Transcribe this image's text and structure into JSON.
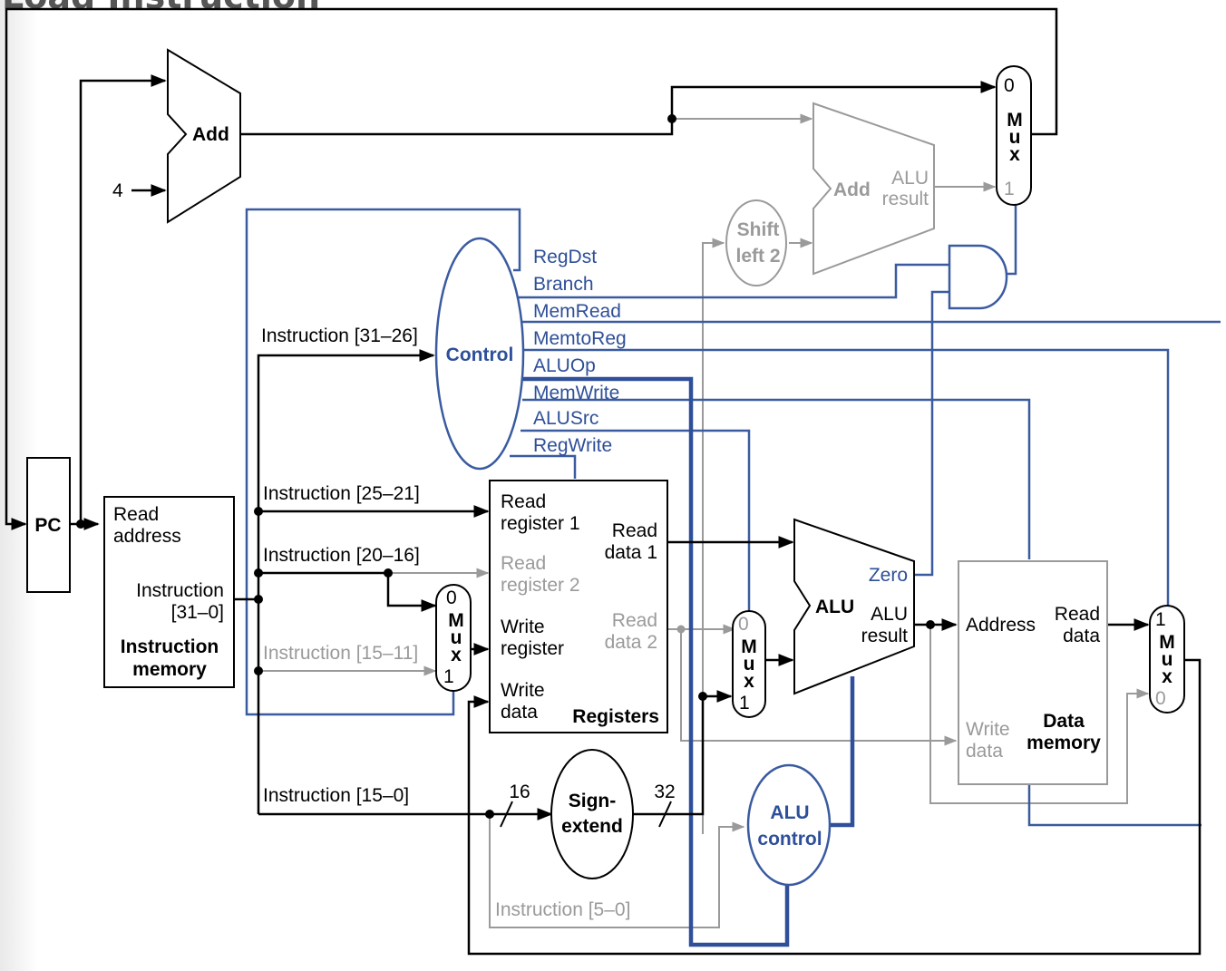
{
  "title": "Load Instruction",
  "labels": {
    "pc": "PC",
    "add_top": "Add",
    "four": "4",
    "read_address": [
      "Read",
      "address"
    ],
    "instruction_bits": [
      "Instruction",
      "[31–0]"
    ],
    "instruction_memory": [
      "Instruction",
      "memory"
    ],
    "instr_31_26": "Instruction [31–26]",
    "instr_25_21": "Instruction [25–21]",
    "instr_20_16": "Instruction [20–16]",
    "instr_15_11": "Instruction [15–11]",
    "instr_15_0": "Instruction [15–0]",
    "instr_5_0": "Instruction [5–0]",
    "control": "Control",
    "control_signals": [
      "RegDst",
      "Branch",
      "MemRead",
      "MemtoReg",
      "ALUOp",
      "MemWrite",
      "ALUSrc",
      "RegWrite"
    ],
    "registers": {
      "read_register_1": [
        "Read",
        "register 1"
      ],
      "read_register_2": [
        "Read",
        "register 2"
      ],
      "write_register": [
        "Write",
        "register"
      ],
      "write_data": [
        "Write",
        "data"
      ],
      "read_data_1": [
        "Read",
        "data 1"
      ],
      "read_data_2": [
        "Read",
        "data 2"
      ],
      "name": "Registers"
    },
    "mux_text": [
      "M",
      "u",
      "x"
    ],
    "zero": "0",
    "one": "1",
    "shift_left_2": [
      "Shift",
      "left 2"
    ],
    "add_branch": "Add",
    "alu_result": [
      "ALU",
      "result"
    ],
    "alu": "ALU",
    "zero_flag": "Zero",
    "sign_extend": [
      "Sign-",
      "extend"
    ],
    "bits_16": "16",
    "bits_32": "32",
    "alu_control": [
      "ALU",
      "control"
    ],
    "data_memory": {
      "address": "Address",
      "read_data": [
        "Read",
        "data"
      ],
      "write_data": [
        "Write",
        "data"
      ],
      "name": [
        "Data",
        "memory"
      ]
    }
  },
  "colors": {
    "active": "#000000",
    "inactive": "#9a9a9a",
    "control": "#2e4f99"
  }
}
